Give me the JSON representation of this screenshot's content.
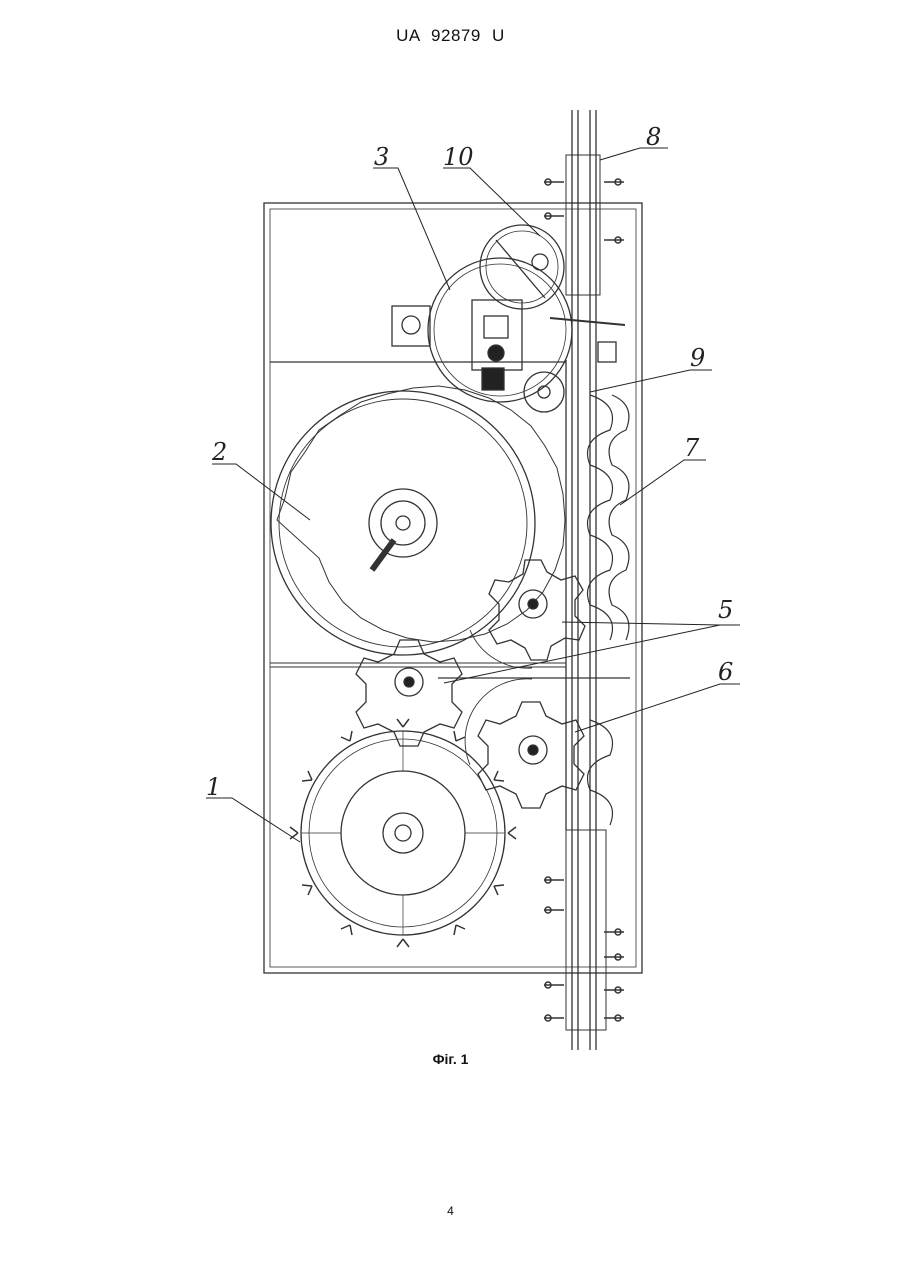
{
  "header": {
    "patent_number": "UA   92879   U"
  },
  "figure": {
    "caption": "Фіг. 1",
    "labels": {
      "l1": "1",
      "l2": "2",
      "l3": "3",
      "l5": "5",
      "l6": "6",
      "l7": "7",
      "l8": "8",
      "l9": "9",
      "l10": "10"
    }
  },
  "footer": {
    "page_number": "4"
  }
}
